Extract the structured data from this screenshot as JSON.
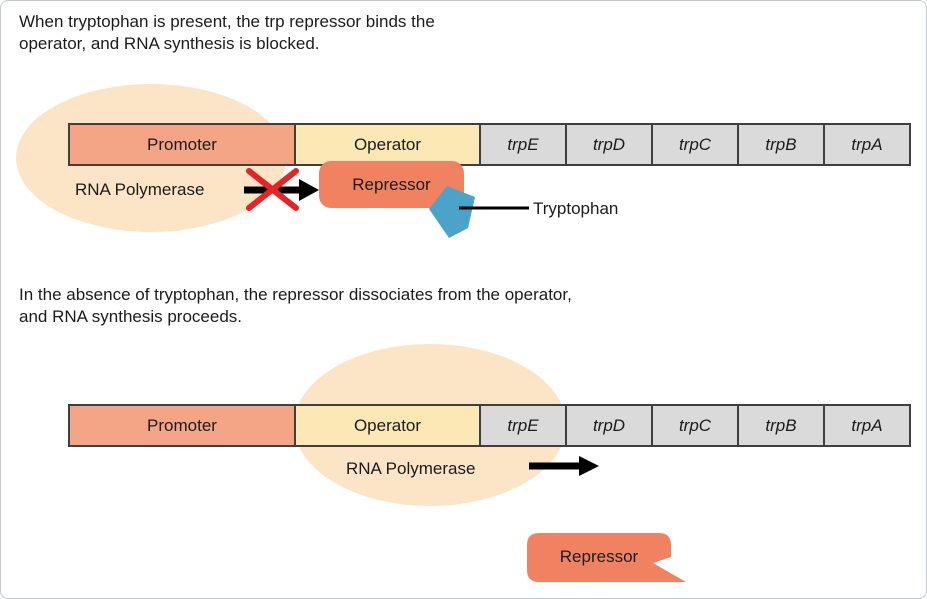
{
  "panels": {
    "tryptophan_present": {
      "heading": "When tryptophan is present, the trp repressor binds the operator, and RNA synthesis is blocked.",
      "rna_polymerase_label": "RNA Polymerase",
      "repressor_label": "Repressor",
      "tryptophan_label": "Tryptophan"
    },
    "tryptophan_absent": {
      "heading": "In the absence of tryptophan, the repressor dissociates from the operator, and RNA synthesis proceeds.",
      "rna_polymerase_label": "RNA Polymerase",
      "repressor_label": "Repressor"
    }
  },
  "operon_bar": {
    "segments": [
      {
        "label": "Promoter",
        "type": "promoter"
      },
      {
        "label": "Operator",
        "type": "operator"
      },
      {
        "label": "trpE",
        "type": "gene"
      },
      {
        "label": "trpD",
        "type": "gene"
      },
      {
        "label": "trpC",
        "type": "gene"
      },
      {
        "label": "trpB",
        "type": "gene"
      },
      {
        "label": "trpA",
        "type": "gene"
      }
    ]
  },
  "colors": {
    "promoter_fill": "#F4A585",
    "operator_fill": "#FBE8B4",
    "gene_fill": "#DADADA",
    "segment_outline": "#3F3F3F",
    "repressor_fill": "#F08262",
    "tryptophan_fill": "#4BA3C9",
    "polymerase_blob_fill": "#FCE4C6",
    "blocked_x_color": "#E42528",
    "arrow_color": "#000000"
  }
}
